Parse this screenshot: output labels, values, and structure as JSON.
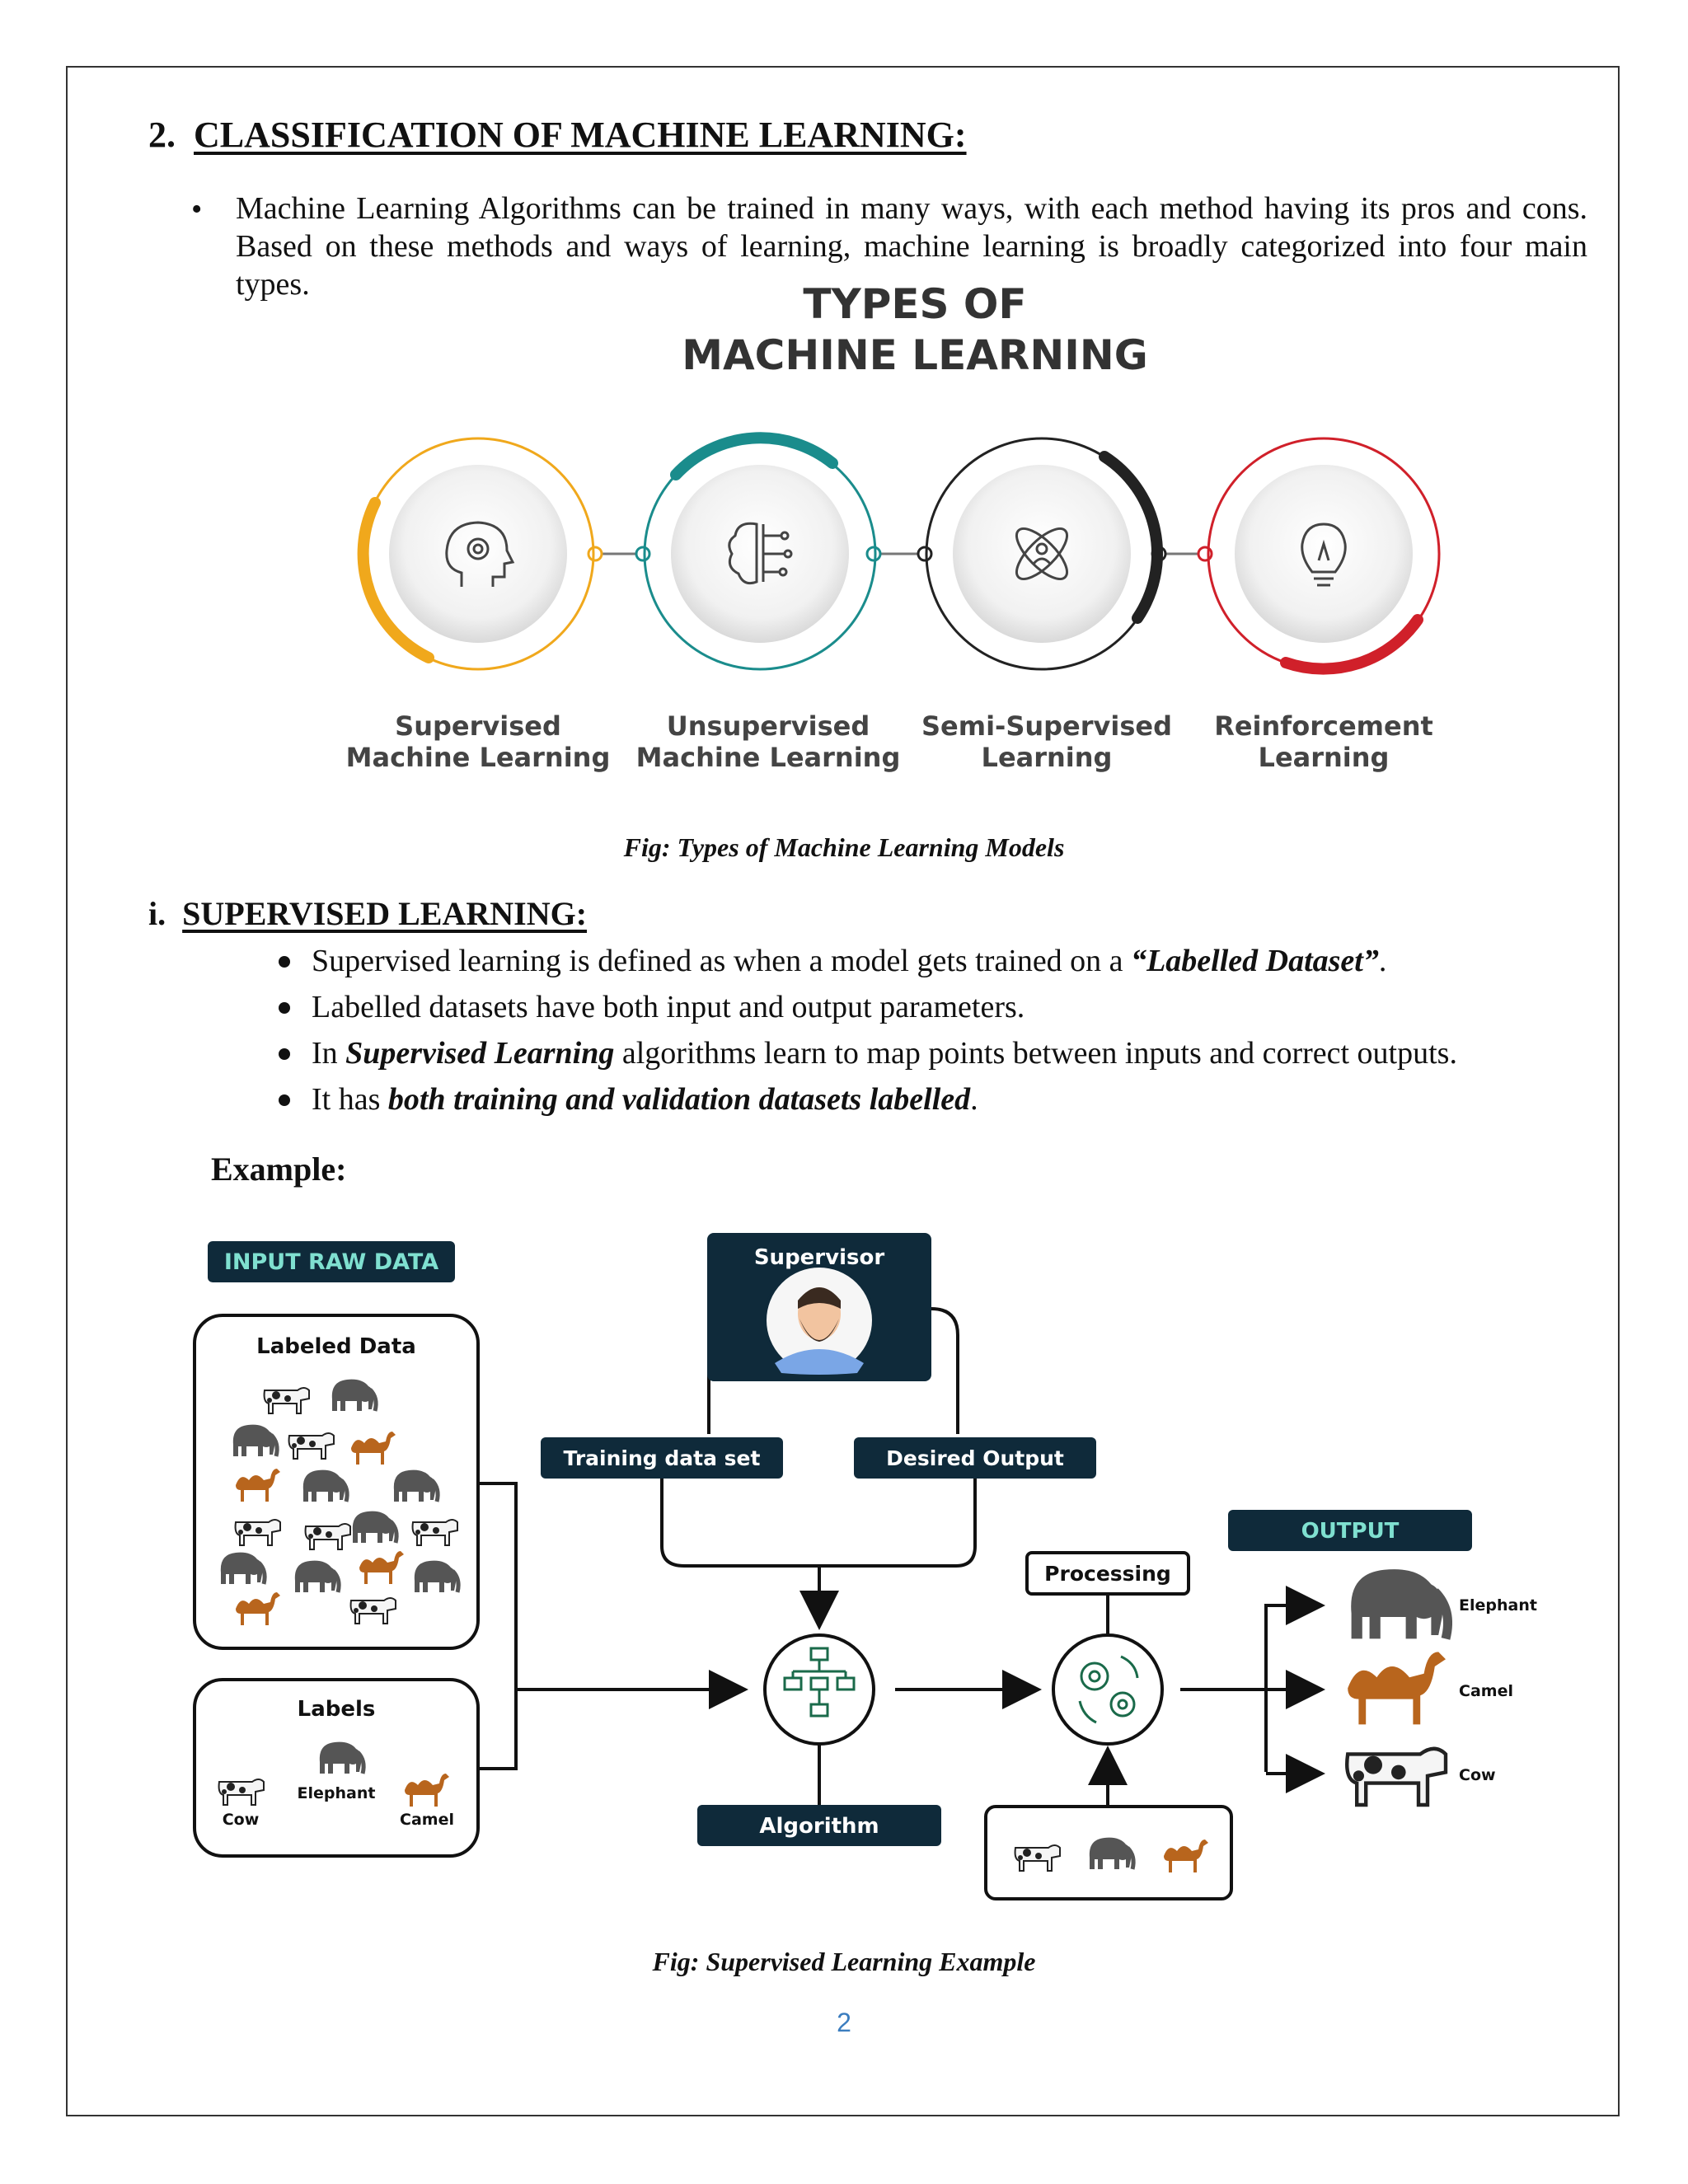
{
  "section": {
    "number": "2.",
    "title": "CLASSIFICATION OF MACHINE LEARNING:",
    "bullet": "•",
    "paragraph": "Machine Learning Algorithms can be trained in many ways, with each method having its pros and cons. Based on these methods and ways of learning, machine learning is broadly categorized into four main types."
  },
  "figure1": {
    "title_line1": "TYPES OF",
    "title_line2": "MACHINE LEARNING",
    "types": [
      {
        "line1": "Supervised",
        "line2": "Machine Learning",
        "color": "#f0a81c",
        "icon": "head-gear-icon"
      },
      {
        "line1": "Unsupervised",
        "line2": "Machine Learning",
        "color": "#1a8c8c",
        "icon": "brain-circuit-icon"
      },
      {
        "line1": "Semi-Supervised",
        "line2": "Learning",
        "color": "#222222",
        "icon": "atom-user-icon"
      },
      {
        "line1": "Reinforcement",
        "line2": "Learning",
        "color": "#d0202a",
        "icon": "lightbulb-icon"
      }
    ],
    "caption": "Fig: Types of Machine Learning Models"
  },
  "subsection": {
    "number": "i.",
    "title": "SUPERVISED LEARNING:",
    "items": [
      {
        "pre": "Supervised learning is defined as when a model gets trained on a ",
        "em": "“Labelled Dataset”",
        "post": "."
      },
      {
        "pre": "Labelled datasets have both input and output parameters.",
        "em": "",
        "post": ""
      },
      {
        "pre": "In ",
        "em": "Supervised Learning",
        "post": " algorithms learn to map points between inputs and correct outputs."
      },
      {
        "pre": "It has ",
        "em": "both training and validation datasets labelled",
        "post": "."
      }
    ],
    "example_label": "Example:"
  },
  "figure2": {
    "input_raw_data": "INPUT RAW DATA",
    "labeled_data": "Labeled Data",
    "labels": "Labels",
    "label_cow": "Cow",
    "label_elephant": "Elephant",
    "label_camel": "Camel",
    "supervisor": "Supervisor",
    "training_data_set": "Training data set",
    "desired_output": "Desired Output",
    "algorithm": "Algorithm",
    "processing": "Processing",
    "output": "OUTPUT",
    "out_elephant": "Elephant",
    "out_camel": "Camel",
    "out_cow": "Cow",
    "caption": "Fig: Supervised Learning Example",
    "colors": {
      "dark_box": "#0f2a3a",
      "teal_text": "#7fe0d0",
      "elephant": "#555555",
      "camel": "#b8651d",
      "cow": "#1a1a1a"
    }
  },
  "page_number": "2"
}
